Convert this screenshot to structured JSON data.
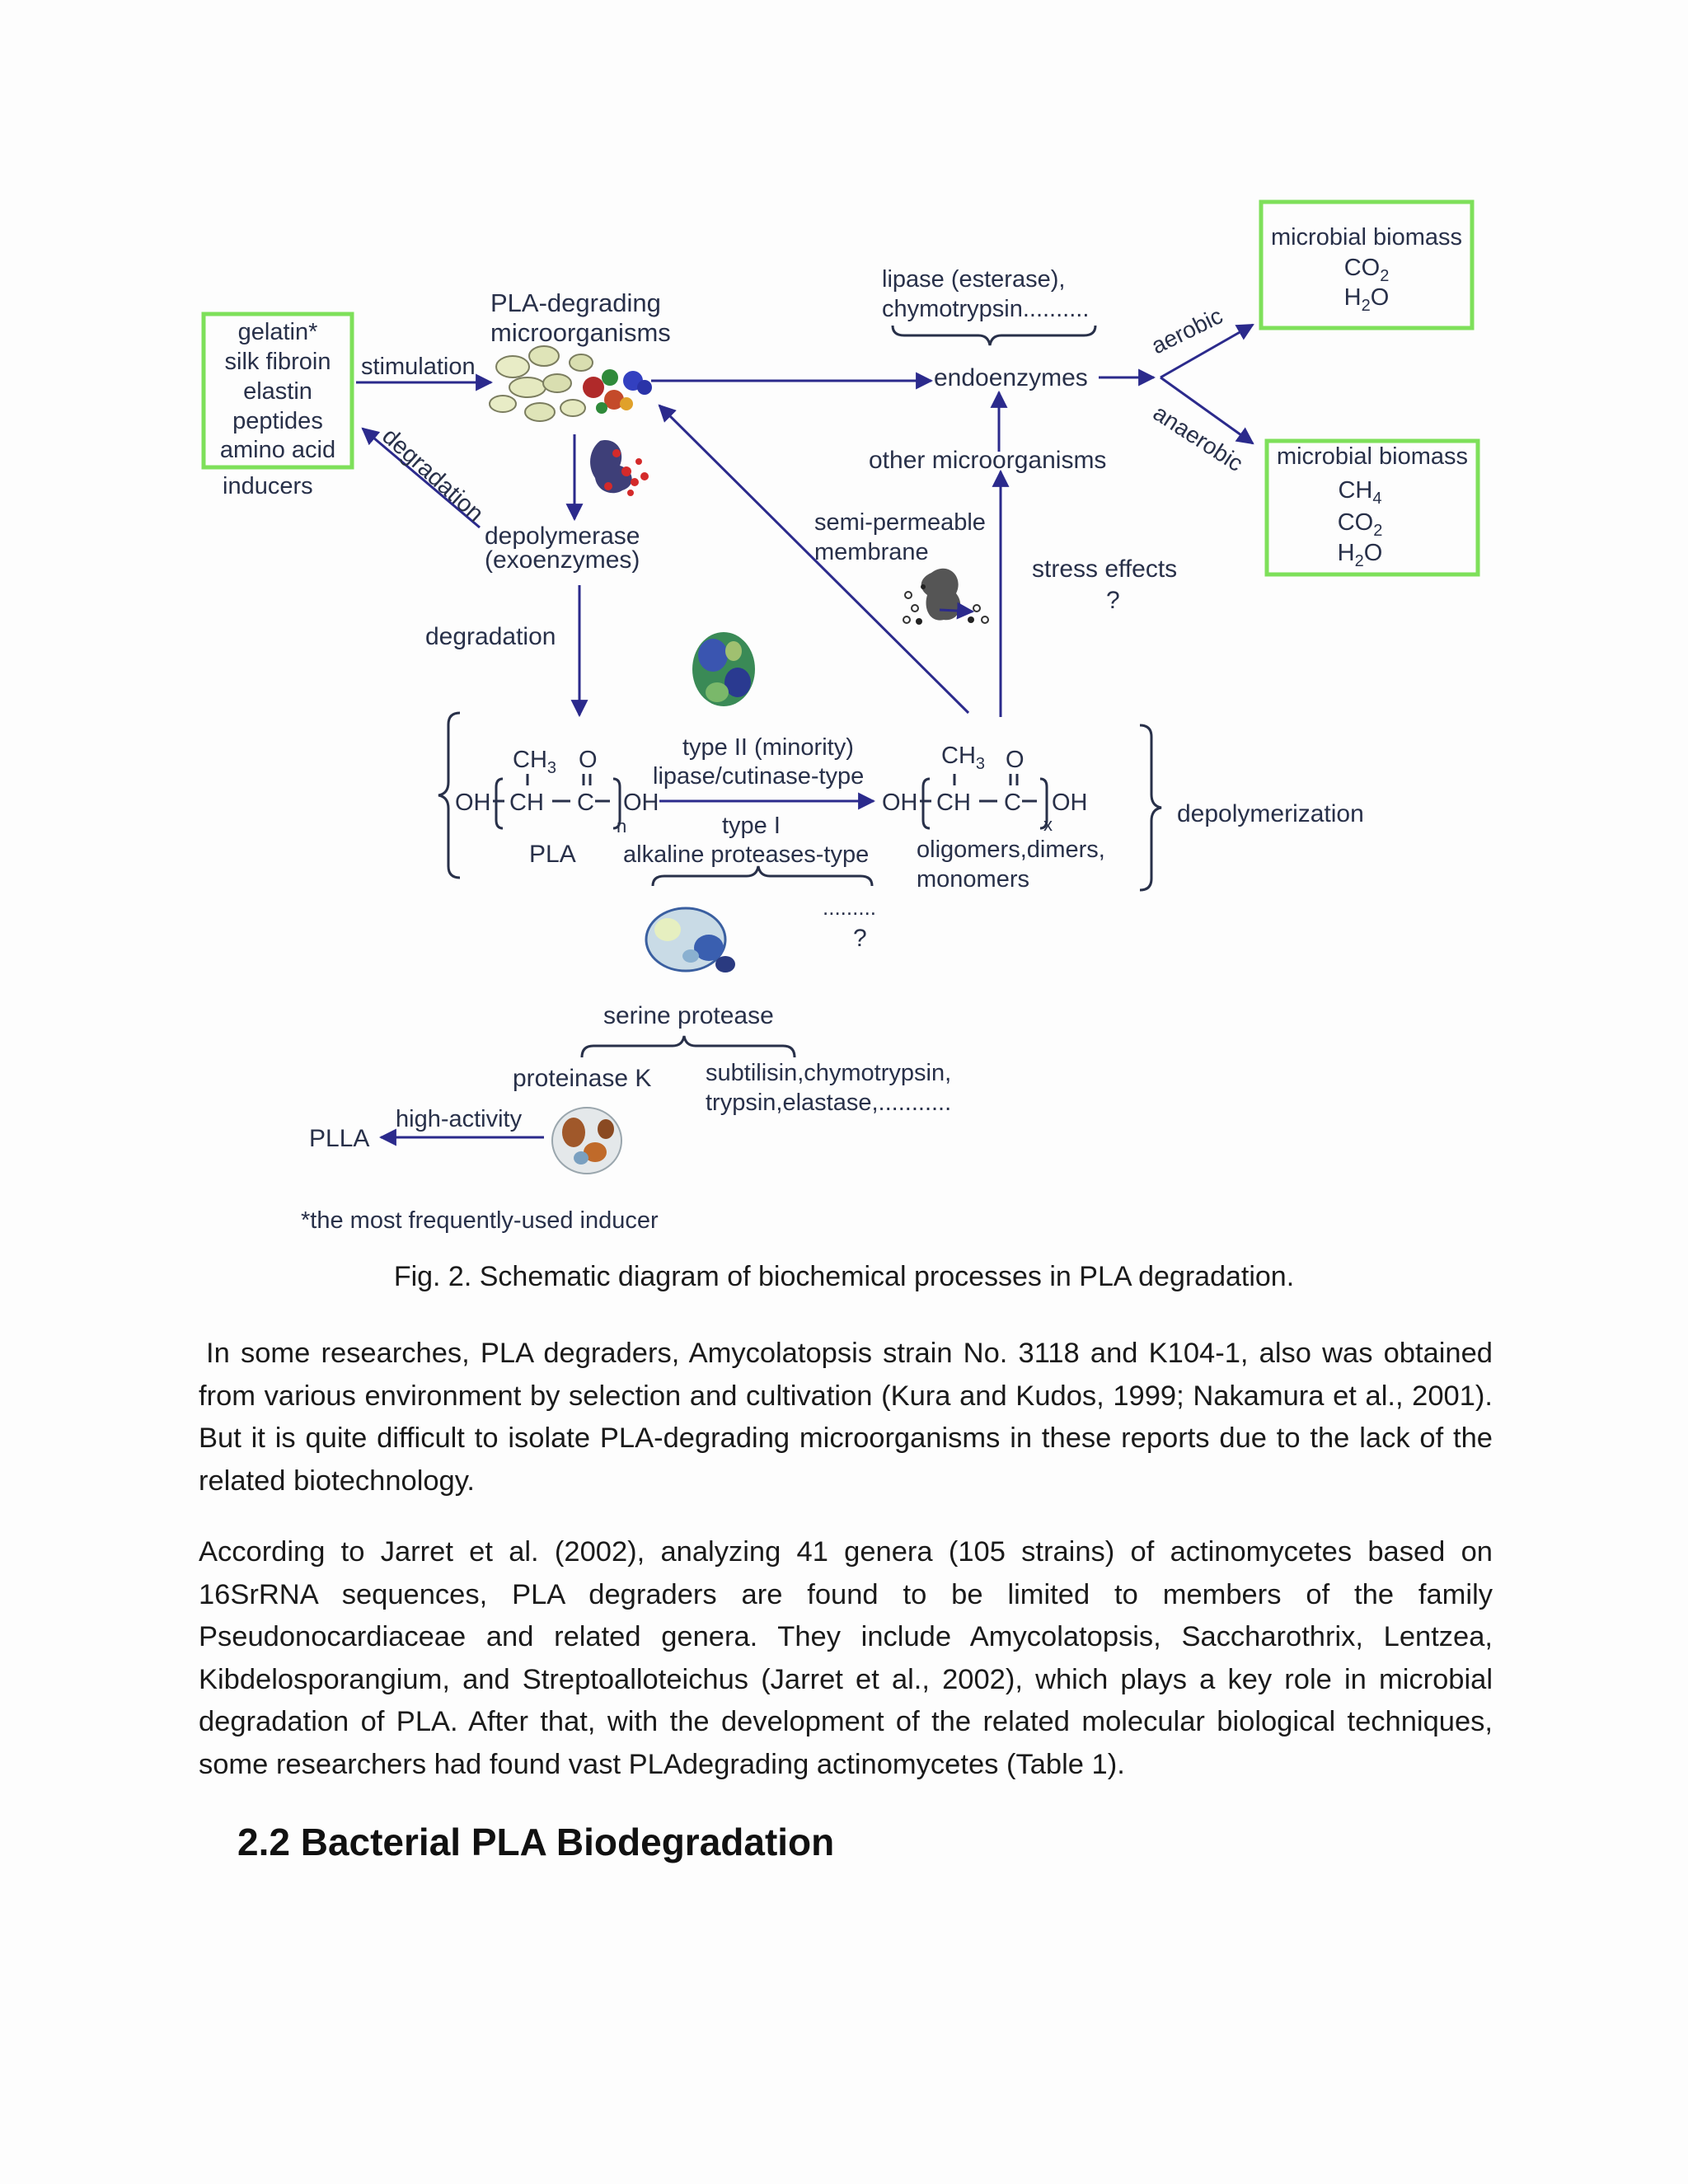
{
  "figure": {
    "inducers_box": {
      "items": [
        "gelatin*",
        "silk fibroin",
        "elastin",
        "peptides",
        "amino acid"
      ],
      "label": "inducers"
    },
    "stimulation": "stimulation",
    "degradation_diag": "degradation",
    "microbes_label": [
      "PLA-degrading",
      "microorganisms"
    ],
    "lipase_label": [
      "lipase (esterase),",
      "chymotrypsin.........."
    ],
    "endoenzymes": "endoenzymes",
    "aerobic": "aerobic",
    "anaerobic": "anaerobic",
    "aerobic_box": {
      "line1": "microbial biomass",
      "line2_base": "CO",
      "line2_sub": "2",
      "line3_base": "H",
      "line3_sub": "2",
      "line3_tail": "O"
    },
    "anaerobic_box": {
      "line1": "microbial biomass",
      "line2_base": "CH",
      "line2_sub": "4",
      "line3_base": "CO",
      "line3_sub": "2",
      "line4_base": "H",
      "line4_sub": "2",
      "line4_tail": "O"
    },
    "other_microorganisms": "other microorganisms",
    "semi_permeable": [
      "semi-permeable",
      "membrane"
    ],
    "stress_effects": "stress effects",
    "stress_q": "?",
    "depolymerase": [
      "depolymerase",
      "(exoenzymes)"
    ],
    "degradation_label": "degradation",
    "type2": [
      "type II (minority)",
      "lipase/cutinase-type"
    ],
    "type1": [
      "type I",
      "alkaline proteases-type"
    ],
    "pla_formula": {
      "ch3": "CH",
      "ch3_sub": "3",
      "o": "O",
      "oh_left": "OH",
      "ch": "CH",
      "c": "C",
      "oh_right": "OH",
      "n": "n"
    },
    "pla_label": "PLA",
    "olig_formula": {
      "ch3": "CH",
      "ch3_sub": "3",
      "o": "O",
      "oh_left": "OH",
      "ch": "CH",
      "c": "C",
      "oh_right": "OH",
      "x": "x"
    },
    "oligomers": [
      "oligomers,dimers,",
      "monomers"
    ],
    "depolymerization": "depolymerization",
    "dots_q": [
      ".........",
      "?"
    ],
    "serine_protease": "serine protease",
    "proteinase_k": "proteinase K",
    "subtilisin": [
      "subtilisin,chymotrypsin,",
      "trypsin,elastase,..........."
    ],
    "high_activity": "high-activity",
    "plla": "PLLA",
    "footnote": "*the most frequently-used inducer"
  },
  "caption": "Fig. 2. Schematic diagram of biochemical processes in PLA degradation.",
  "paragraphs": [
    "In some researches, PLA degraders, Amycolatopsis strain No. 3118 and K104-1, also was obtained from various environment by selection and cultivation (Kura and Kudos, 1999; Nakamura et al., 2001). But it is quite difficult to isolate PLA-degrading microorganisms in these reports due to the lack of the related biotechnology.",
    "According to Jarret et al. (2002), analyzing 41 genera (105 strains) of actinomycetes based on 16SrRNA sequences, PLA degraders are found to be limited to members of the family Pseudonocardiaceae and related genera. They include Amycolatopsis, Saccharothrix, Lentzea, Kibdelosporangium, and Streptoalloteichus (Jarret et al., 2002), which plays a key role in microbial degradation of PLA. After that, with the development of the related molecular biological techniques, some researchers had found vast PLAdegrading actinomycetes (Table 1)."
  ],
  "heading": "2.2 Bacterial PLA Biodegradation",
  "colors": {
    "text": "#283049",
    "arrow": "#2b2a8c",
    "box_border": "#7ee05a",
    "highlight": "#8ff07a"
  }
}
